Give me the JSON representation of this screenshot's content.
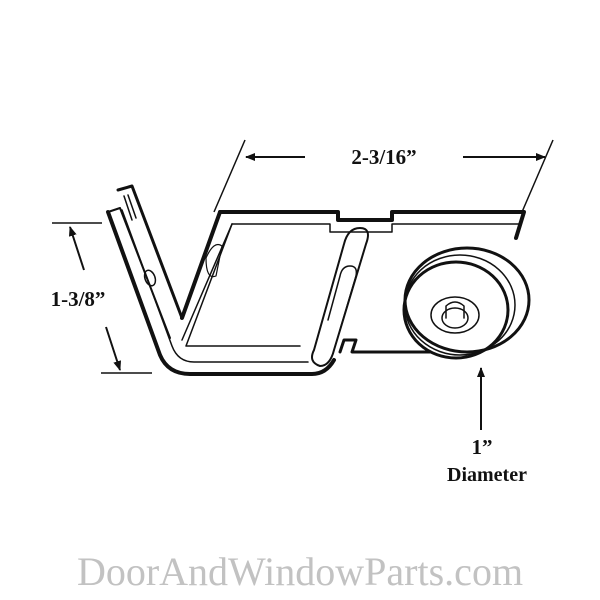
{
  "diagram": {
    "subject": "Sliding door roller assembly with bracket",
    "dimensions": {
      "length": {
        "label": "2-3/16”"
      },
      "height": {
        "label": "1-3/8”"
      },
      "wheel": {
        "value": "1”",
        "caption": "Diameter"
      }
    },
    "colors": {
      "line": "#111111",
      "watermark": "#c2c2c2",
      "background": "#ffffff"
    }
  },
  "watermark": {
    "text": "DoorAndWindowParts.com"
  }
}
